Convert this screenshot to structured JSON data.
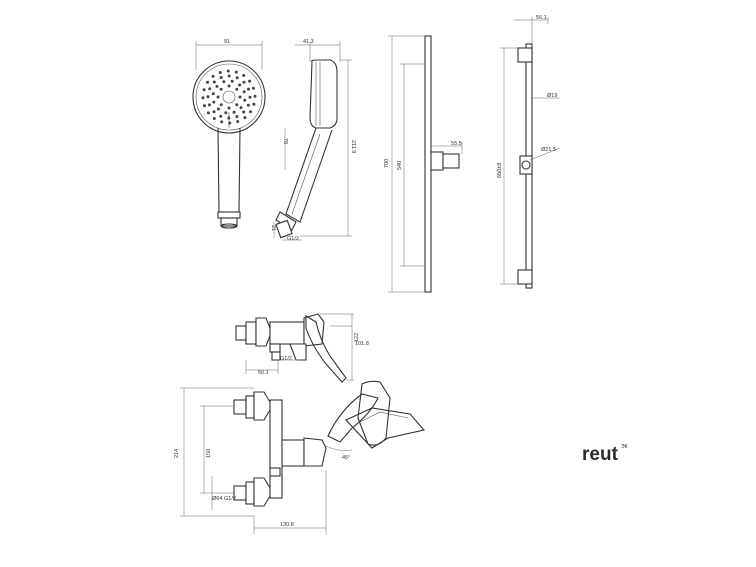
{
  "drawing": {
    "handshower": {
      "width_label": "91",
      "head_depth_label": "41.3",
      "handle_height_label": "78",
      "total_height_label": "211.9",
      "thread_label": "G1/2",
      "thread_small_label": "21"
    },
    "rail_front": {
      "height_label": "700",
      "slide_label": "540",
      "holder_label": "55.5"
    },
    "rail_side": {
      "top_label": "56.1",
      "diameter_label": "Ø19",
      "holder_diameter_label": "Ø21.5",
      "height_label": "650±8"
    },
    "mixer_side": {
      "height_label": "122",
      "inner_height_label": "101.8",
      "width_label": "50.1",
      "thread_label": "G1/2"
    },
    "mixer_front": {
      "height_label": "214",
      "spacing_label": "150",
      "diameter_label": "Ø64",
      "thread_label": "G1/2",
      "width_label": "130.8",
      "angle_label": "45°"
    }
  },
  "brand": {
    "name": "reut",
    "mark": "ЭК"
  }
}
